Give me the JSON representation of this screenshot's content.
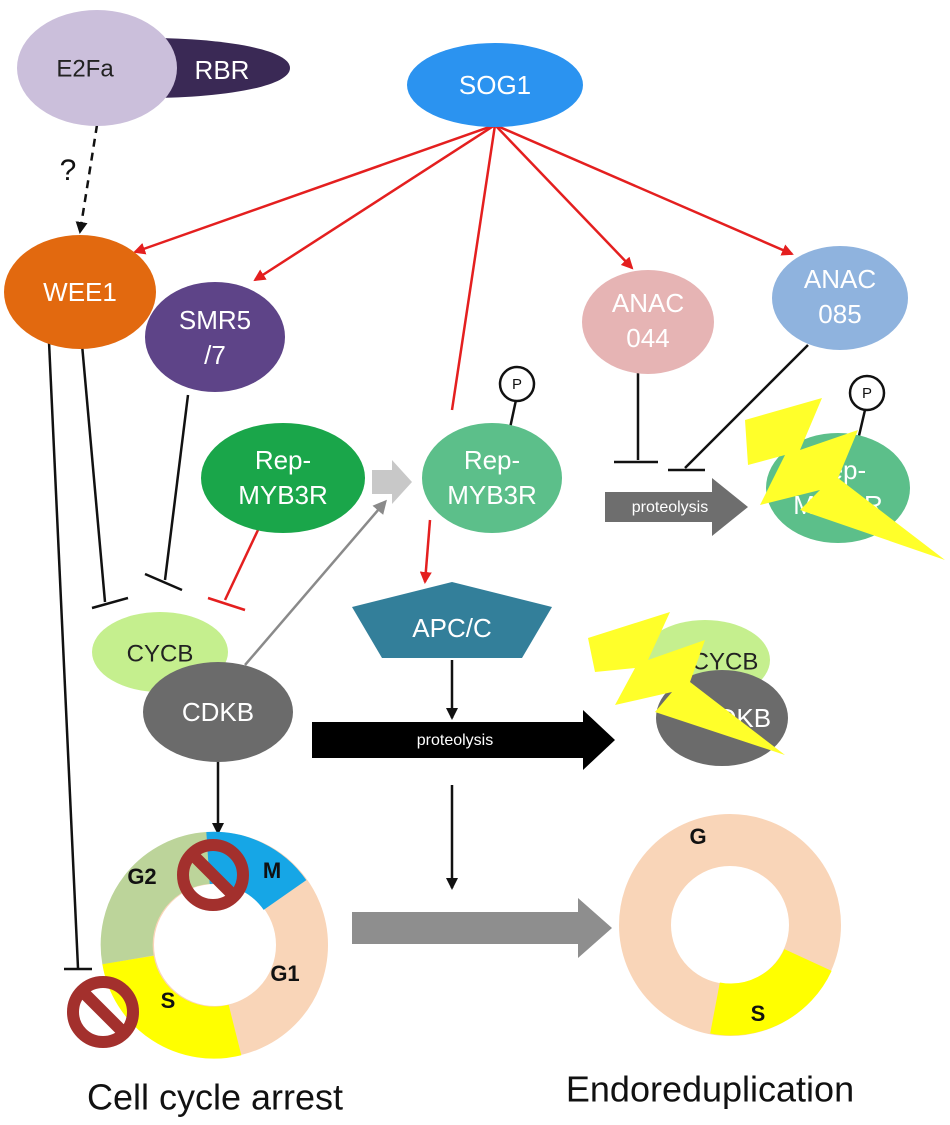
{
  "colors": {
    "red_arrow": "#e41f1f",
    "e2fa": "#cbbfdb",
    "rbr": "#3a2955",
    "sog1": "#2b93f0",
    "wee1": "#e2690f",
    "smr": "#5e4488",
    "rep_myb3r_active": "#1aa64a",
    "rep_myb3r_p": "#5cbf8a",
    "anac044": "#e6b4b4",
    "anac085": "#8fb3de",
    "apcc": "#337f9a",
    "cycb": "#c5ef8e",
    "cdkb": "#6b6b6b",
    "g1": "#f9d5b8",
    "g2": "#bcd49a",
    "m": "#16a6e6",
    "s": "#ffff00",
    "block": "#a3302d",
    "bolt": "#ffff2a"
  },
  "nodes": {
    "e2fa": "E2Fa",
    "rbr": "RBR",
    "sog1": "SOG1",
    "question": "?",
    "wee1": "WEE1",
    "smr_line1": "SMR5",
    "smr_line2": "/7",
    "rep_active_line1": "Rep-",
    "rep_active_line2": "MYB3R",
    "rep_p_line1": "Rep-",
    "rep_p_line2": "MYB3R",
    "rep_degraded_line1": "Rep-",
    "rep_degraded_line2": "MYB3R",
    "anac044_line1": "ANAC",
    "anac044_line2": "044",
    "anac085_line1": "ANAC",
    "anac085_line2": "085",
    "phospho": "P",
    "apcc": "APC/C",
    "cycb": "CYCB",
    "cdkb": "CDKB",
    "cycb_degraded": "CYCB",
    "cdkb_degraded": "CDKB",
    "proteolysis_top": "proteolysis",
    "proteolysis_main": "proteolysis"
  },
  "cycles": {
    "left": {
      "g1": "G1",
      "g2": "G2",
      "m": "M",
      "s": "S"
    },
    "right": {
      "g": "G",
      "s": "S"
    }
  },
  "captions": {
    "left": "Cell cycle arrest",
    "right": "Endoreduplication"
  }
}
